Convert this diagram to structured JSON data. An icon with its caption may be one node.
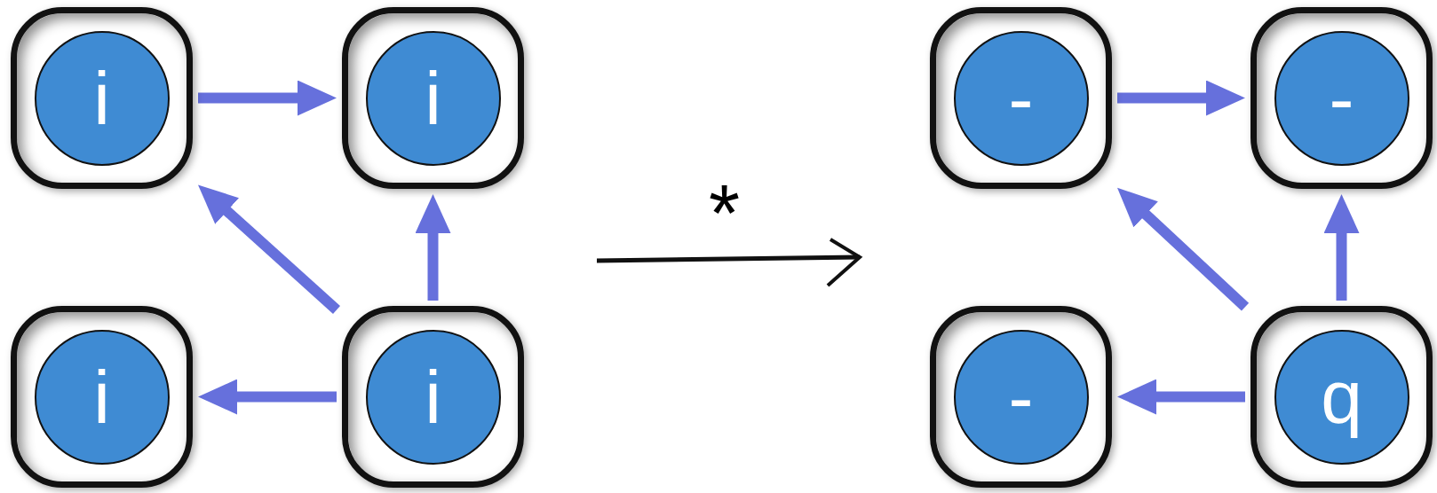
{
  "diagram": {
    "nodes": [
      {
        "text": [],
        "shape": "box"
      },
      {
        "text": [
          "i"
        ],
        "in": 0
      },
      {
        "text": [],
        "shape": "box"
      },
      {
        "text": [
          "i"
        ],
        "in": 2
      },
      {
        "text": [],
        "shape": "box"
      },
      {
        "text": [
          "i"
        ],
        "in": 4
      },
      {
        "text": [],
        "shape": "box"
      },
      {
        "text": [
          "i"
        ],
        "in": 6
      },
      {
        "text": [],
        "shape": "box"
      },
      {
        "text": [
          "-"
        ],
        "in": 8
      },
      {
        "text": [],
        "shape": "box"
      },
      {
        "text": [
          "-"
        ],
        "in": 10
      },
      {
        "text": [],
        "shape": "box"
      },
      {
        "text": [
          "-"
        ],
        "in": 12
      },
      {
        "text": [],
        "shape": "box"
      },
      {
        "text": [
          "q"
        ],
        "in": 14
      }
    ],
    "edges": [
      {
        "from": 0,
        "to": 2,
        "arrow": "to"
      },
      {
        "from": 6,
        "to": 0,
        "arrow": "to"
      },
      {
        "from": 6,
        "to": 2,
        "arrow": "to"
      },
      {
        "from": 6,
        "to": 4,
        "arrow": "to"
      },
      {
        "from": 8,
        "to": 10,
        "arrow": "to"
      },
      {
        "from": 14,
        "to": 8,
        "arrow": "to"
      },
      {
        "from": 14,
        "to": 10,
        "arrow": "to"
      },
      {
        "from": 14,
        "to": 12,
        "arrow": "to"
      }
    ],
    "labels": [
      "*"
    ]
  }
}
